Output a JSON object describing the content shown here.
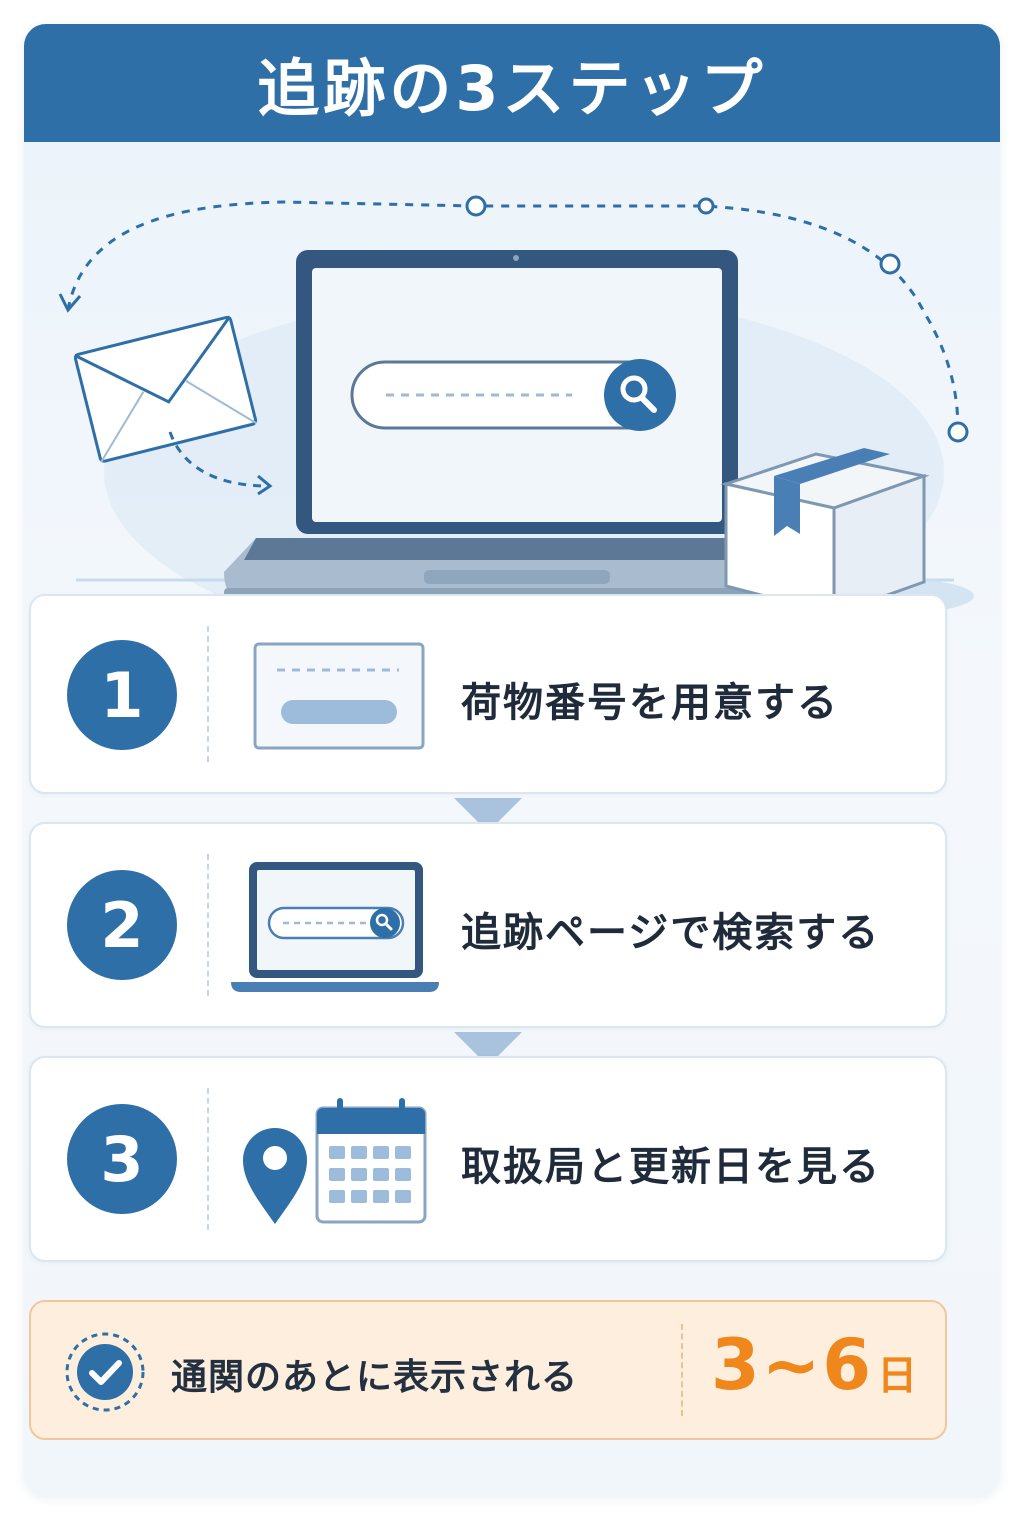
{
  "title": "追跡の3ステップ",
  "steps": [
    {
      "number": "1",
      "label": "荷物番号を用意する",
      "icon": "tracking-number-card-icon"
    },
    {
      "number": "2",
      "label": "追跡ページで検索する",
      "icon": "laptop-search-icon"
    },
    {
      "number": "3",
      "label": "取扱局と更新日を見る",
      "icon": "location-calendar-icon"
    }
  ],
  "footer": {
    "text": "通関のあとに表示される",
    "range": "3~6",
    "unit": "日",
    "icon": "check-circle-icon"
  },
  "colors": {
    "primary": "#2f6fa7",
    "accent": "#f0871c",
    "footer_bg": "#fdeedd",
    "card_bg": "#eaf2fa"
  }
}
